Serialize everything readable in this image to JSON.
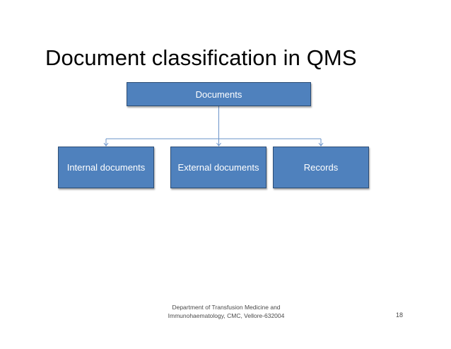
{
  "slide": {
    "title": "Document classification in QMS",
    "footer_text": "Department of Transfusion Medicine and Immunohaematology, CMC, Vellore-632004",
    "page_number": "18"
  },
  "diagram": {
    "root": {
      "label": "Documents"
    },
    "children": [
      {
        "label": "Internal documents"
      },
      {
        "label": "External documents"
      },
      {
        "label": "Records"
      }
    ]
  },
  "colors": {
    "box_fill": "#4f81bd",
    "box_border": "#2c4d75",
    "connector": "#6a93c9"
  }
}
